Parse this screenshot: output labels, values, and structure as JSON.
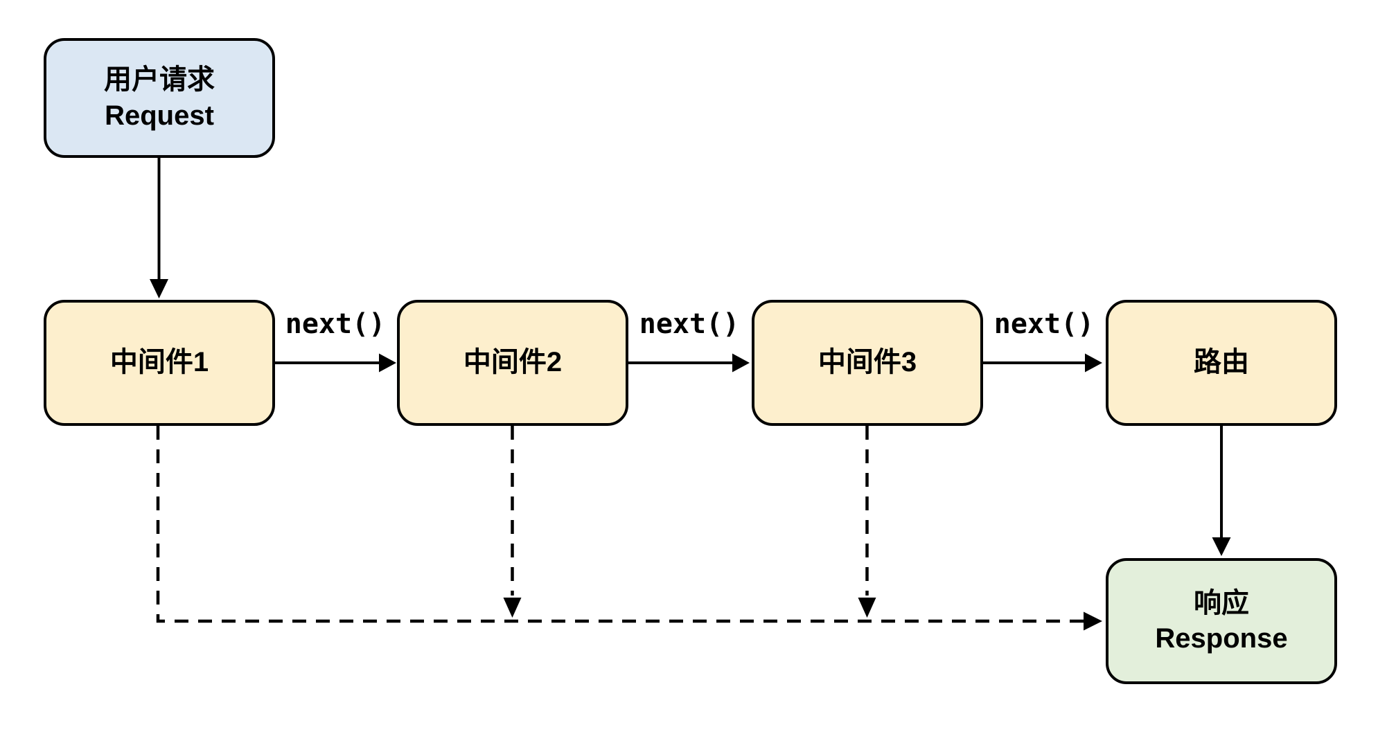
{
  "diagram_title": "middleware-request-flow",
  "colors": {
    "background": "#ffffff",
    "border": "#000000",
    "text": "#000000",
    "request_fill": "#dbe7f3",
    "middleware_fill": "#fdefcd",
    "response_fill": "#e3efdb",
    "connector": "#000000"
  },
  "nodes": {
    "request": {
      "title": "用户请求",
      "subtitle": "Request"
    },
    "middleware1": {
      "label": "中间件1"
    },
    "middleware2": {
      "label": "中间件2"
    },
    "middleware3": {
      "label": "中间件3"
    },
    "router": {
      "label": "路由"
    },
    "response": {
      "title": "响应",
      "subtitle": "Response"
    }
  },
  "edge_labels": [
    "next()",
    "next()",
    "next()"
  ],
  "edges": [
    {
      "from": "request",
      "to": "middleware1",
      "style": "solid",
      "label": ""
    },
    {
      "from": "middleware1",
      "to": "middleware2",
      "style": "solid",
      "label": "next()"
    },
    {
      "from": "middleware2",
      "to": "middleware3",
      "style": "solid",
      "label": "next()"
    },
    {
      "from": "middleware3",
      "to": "router",
      "style": "solid",
      "label": "next()"
    },
    {
      "from": "router",
      "to": "response",
      "style": "solid",
      "label": ""
    },
    {
      "from": "middleware1",
      "to": "response",
      "style": "dashed",
      "label": ""
    },
    {
      "from": "middleware2",
      "to": "response",
      "style": "dashed",
      "label": ""
    },
    {
      "from": "middleware3",
      "to": "response",
      "style": "dashed",
      "label": ""
    }
  ]
}
